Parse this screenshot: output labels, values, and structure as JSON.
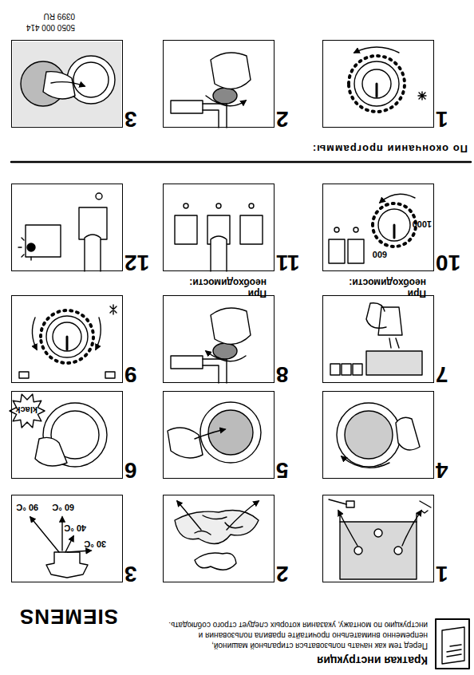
{
  "diagram": {
    "title": "Краткая инструкция",
    "nodes": [
      {
        "text": [
          "1"
        ]
      },
      {
        "text": [
          "2"
        ]
      },
      {
        "text": [
          "3",
          "90 °C",
          "60 °C",
          "40 °C",
          "30 °C"
        ]
      },
      {
        "text": [
          "4"
        ]
      },
      {
        "text": [
          "5"
        ]
      },
      {
        "text": [
          "6",
          "klack"
        ]
      },
      {
        "text": [
          "7"
        ]
      },
      {
        "text": [
          "8"
        ]
      },
      {
        "text": [
          "9"
        ]
      },
      {
        "text": [
          "10",
          "600",
          "1000"
        ]
      },
      {
        "text": [
          "11"
        ]
      },
      {
        "text": [
          "12"
        ]
      },
      {
        "text": [
          "1"
        ]
      },
      {
        "text": [
          "2"
        ]
      },
      {
        "text": [
          "3"
        ]
      }
    ],
    "labels": [
      "SIEMENS",
      "Перед тем как начать пользоваться стиральной машиной, непременно внимательно прочитайте правила пользования и инструкцию по монтажу, указания которых следует строго соблюдать.",
      "При необходимости:",
      "При необходимости:",
      "По окончании программы:",
      "5050 000 414",
      "0399 RU"
    ]
  }
}
